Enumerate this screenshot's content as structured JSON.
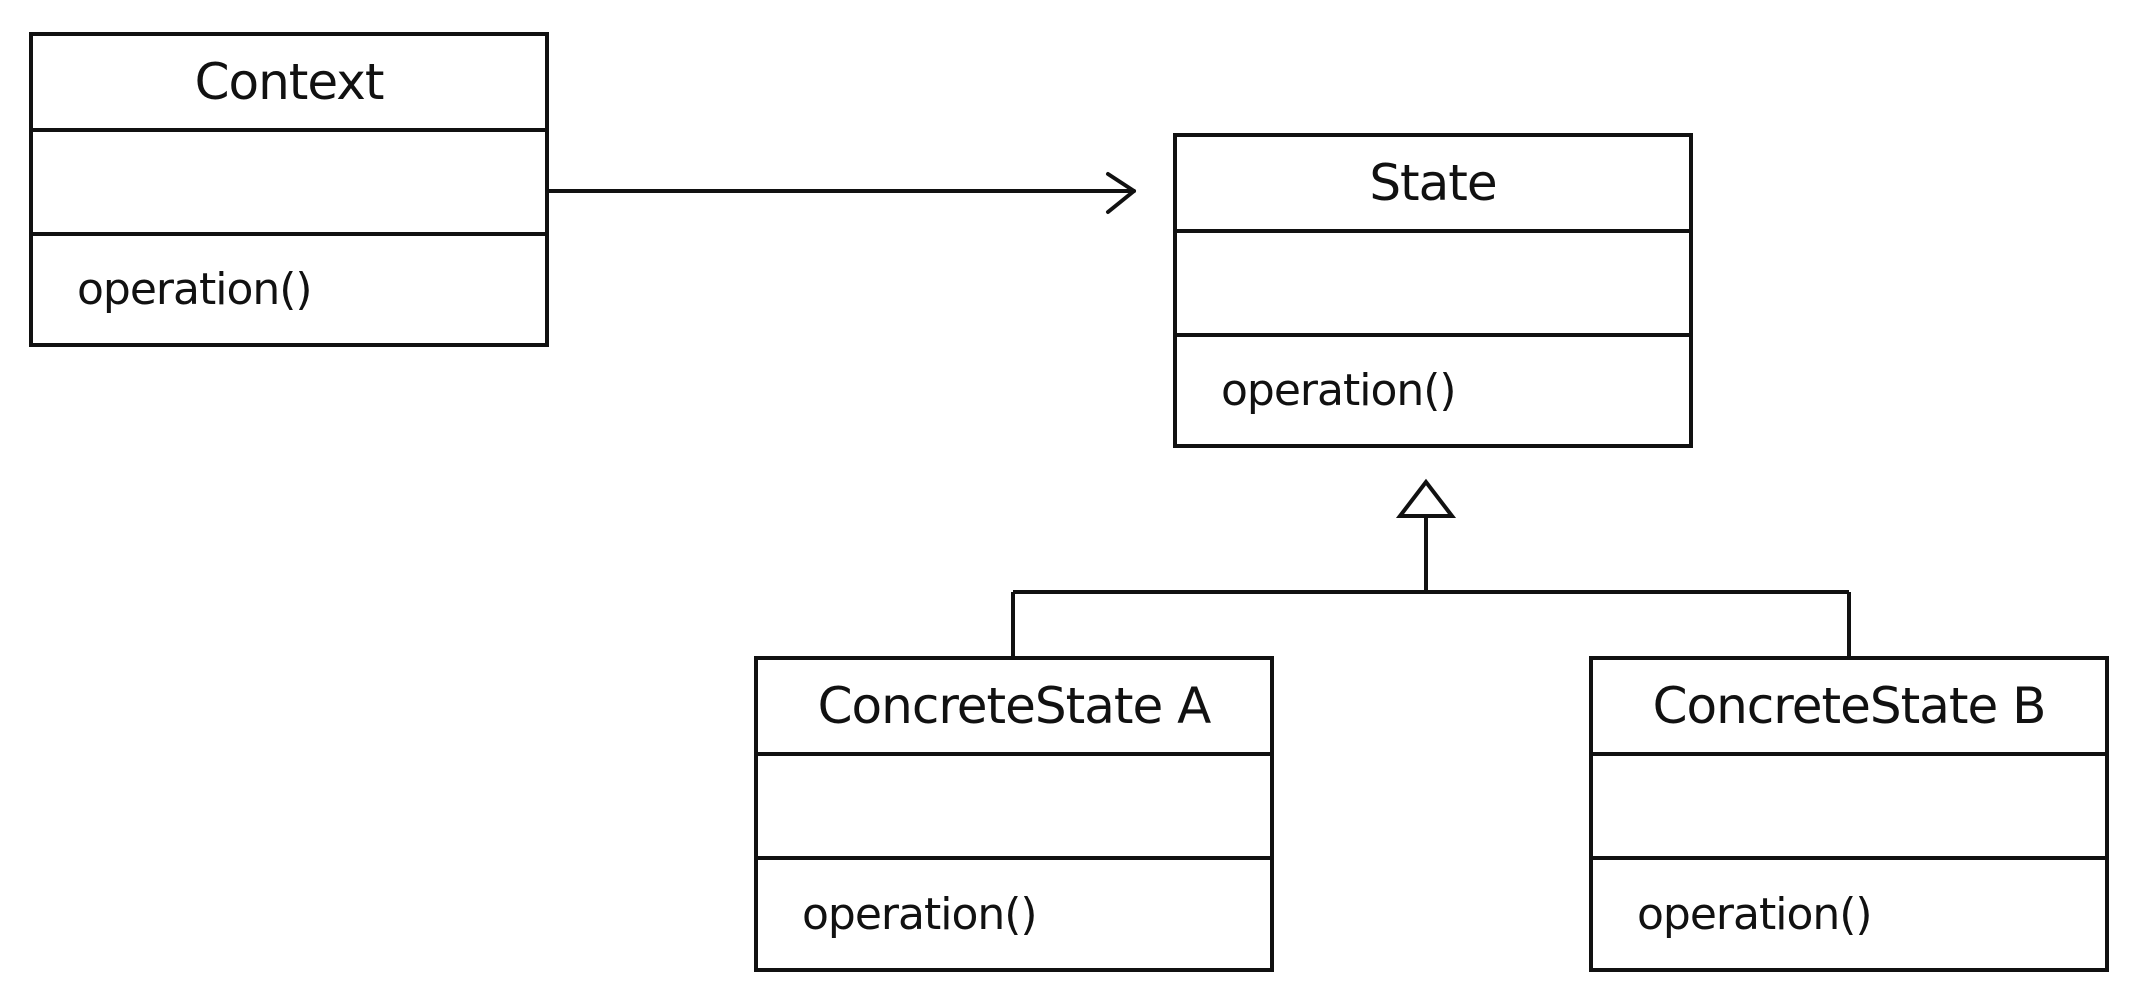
{
  "classes": {
    "context": {
      "name": "Context",
      "operation": "operation()"
    },
    "state": {
      "name": "State",
      "operation": "operation()"
    },
    "concrete_a": {
      "name": "ConcreteState A",
      "operation": "operation()"
    },
    "concrete_b": {
      "name": "ConcreteState B",
      "operation": "operation()"
    }
  },
  "colors": {
    "stroke": "#111111",
    "background": "#ffffff"
  }
}
